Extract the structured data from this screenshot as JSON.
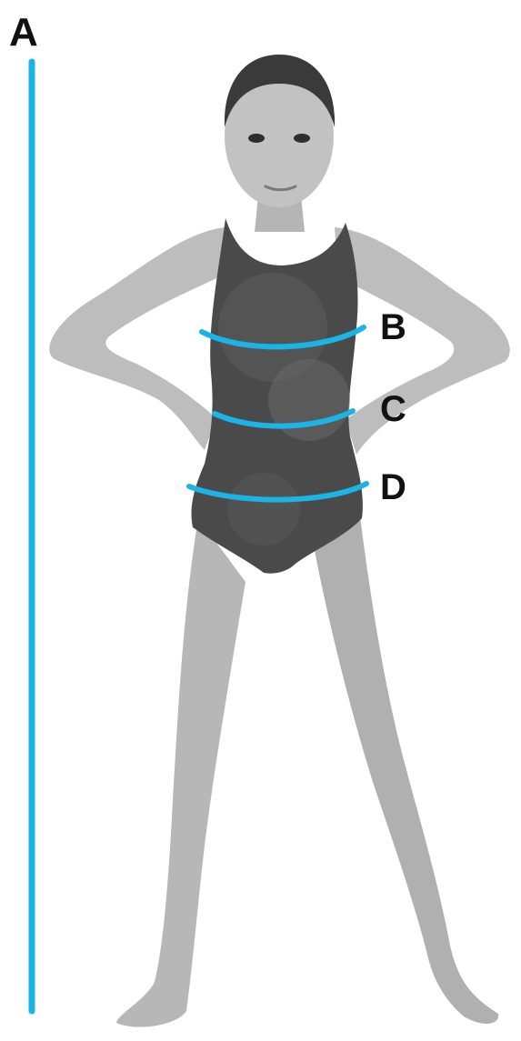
{
  "labels": {
    "a": "A",
    "b": "B",
    "c": "C",
    "d": "D"
  },
  "colors": {
    "measure_line": "#1ab4e6",
    "skin": "#bdbdbd",
    "swimsuit": "#4a4a4a",
    "hair": "#3a3a3a"
  }
}
